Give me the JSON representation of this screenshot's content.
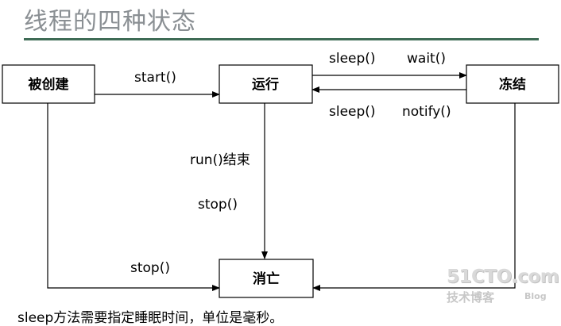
{
  "title": "线程的四种状态",
  "nodes": {
    "created": "被创建",
    "running": "运行",
    "frozen": "冻结",
    "dead": "消亡"
  },
  "edges": {
    "start": "start()",
    "sleep_top": "sleep()",
    "wait": "wait()",
    "sleep_bottom": "sleep()",
    "notify": "notify()",
    "run_end": "run()结束",
    "stop_mid": "stop()",
    "stop_left": "stop()"
  },
  "footnote": "sleep方法需要指定睡眠时间，单位是毫秒。",
  "watermark": {
    "main": "51CTO.com",
    "sub": "技术博客",
    "blog": "Blog"
  }
}
